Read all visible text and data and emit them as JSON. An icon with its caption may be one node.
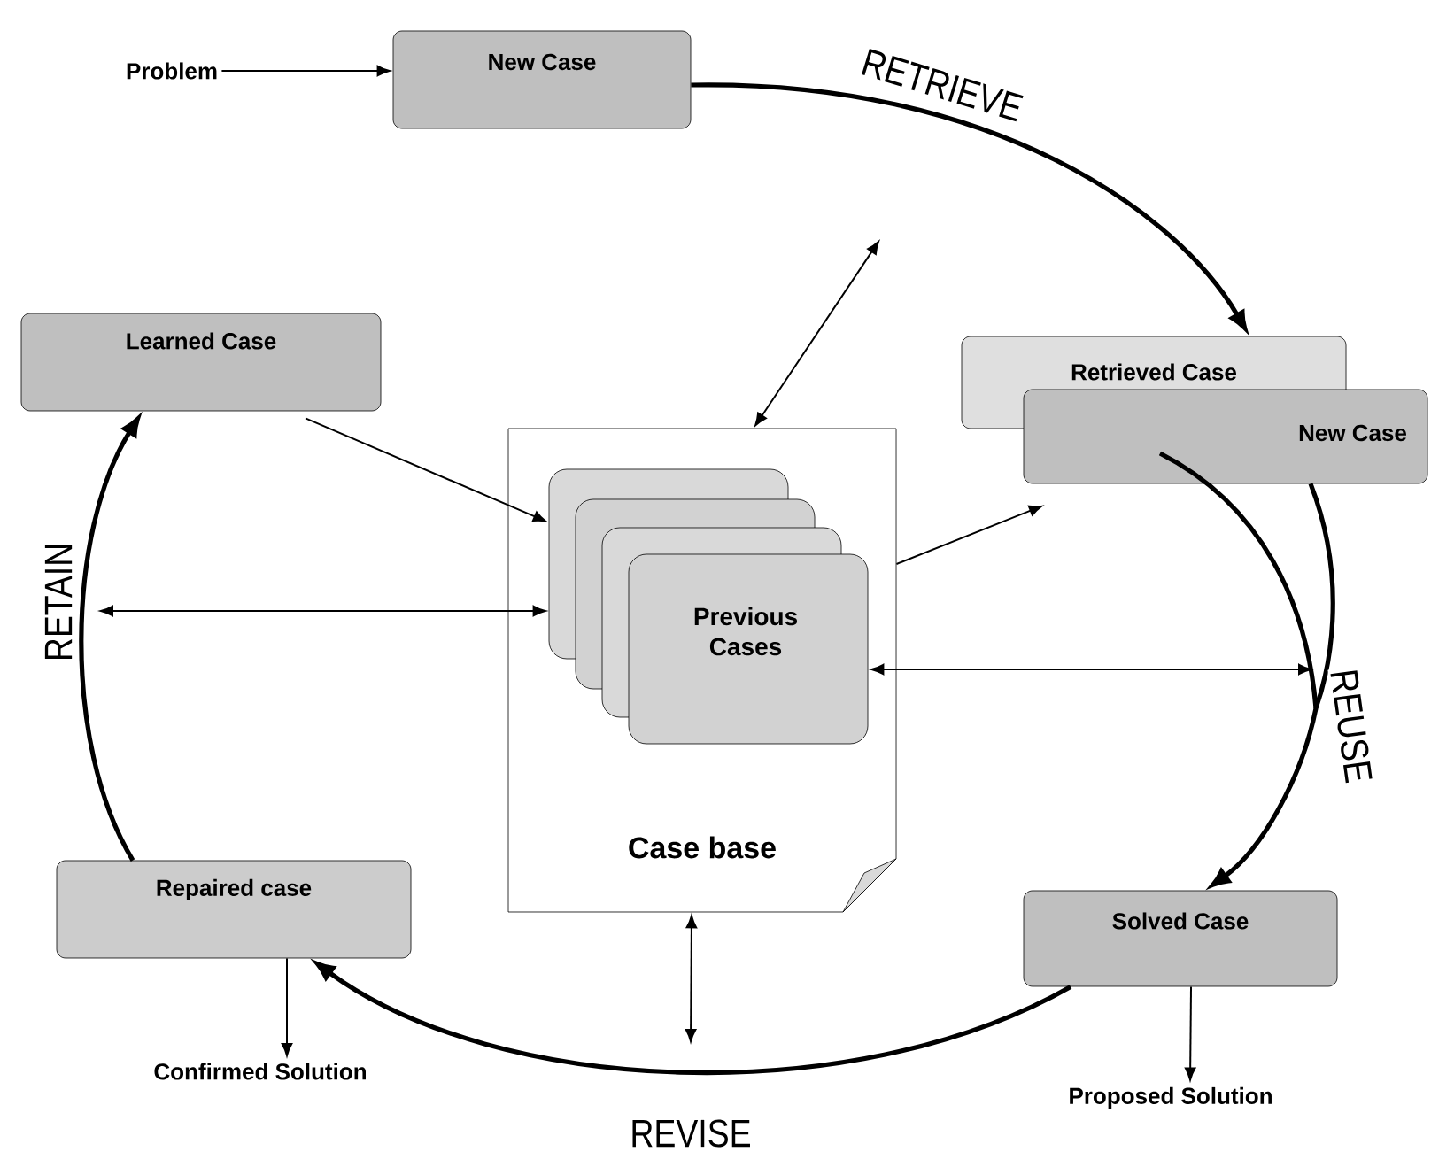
{
  "diagram": {
    "nodes": [
      {
        "text": [
          "Problem"
        ]
      },
      {
        "text": [
          "New Case"
        ]
      },
      {
        "text": [
          "Learned Case"
        ]
      },
      {
        "text": [
          "Case base"
        ]
      },
      {
        "text": [
          "Previous Cases"
        ],
        "in": 3
      },
      {
        "text": [
          "Retrieved Case"
        ]
      },
      {
        "text": [
          "New Case"
        ]
      },
      {
        "text": [
          "Repaired case"
        ]
      },
      {
        "text": [
          "Solved Case"
        ]
      },
      {
        "text": [
          "Confirmed Solution"
        ]
      },
      {
        "text": [
          "Proposed Solution"
        ]
      }
    ],
    "edges": [
      {
        "from": 0,
        "to": 1,
        "arrow": "to"
      },
      {
        "from": 1,
        "to": 5,
        "arrow": "to",
        "style": "thick",
        "label": "RETRIEVE"
      },
      {
        "from": null,
        "to": 3,
        "arrow": "both"
      },
      {
        "from": 2,
        "to": 4,
        "arrow": "to"
      },
      {
        "from": null,
        "to": 4,
        "arrow": "both"
      },
      {
        "from": 3,
        "to": 6,
        "arrow": "to"
      },
      {
        "from": 6,
        "to": 8,
        "arrow": "to",
        "style": "thick",
        "label": "REUSE"
      },
      {
        "from": 4,
        "to": null,
        "arrow": "both"
      },
      {
        "from": 8,
        "to": 7,
        "arrow": "to",
        "style": "thick",
        "label": "REVISE"
      },
      {
        "from": 3,
        "to": null,
        "arrow": "both"
      },
      {
        "from": 7,
        "to": 2,
        "arrow": "to",
        "style": "thick",
        "label": "RETAIN"
      },
      {
        "from": 7,
        "to": 9,
        "arrow": "to"
      },
      {
        "from": 8,
        "to": 10,
        "arrow": "to"
      }
    ]
  }
}
